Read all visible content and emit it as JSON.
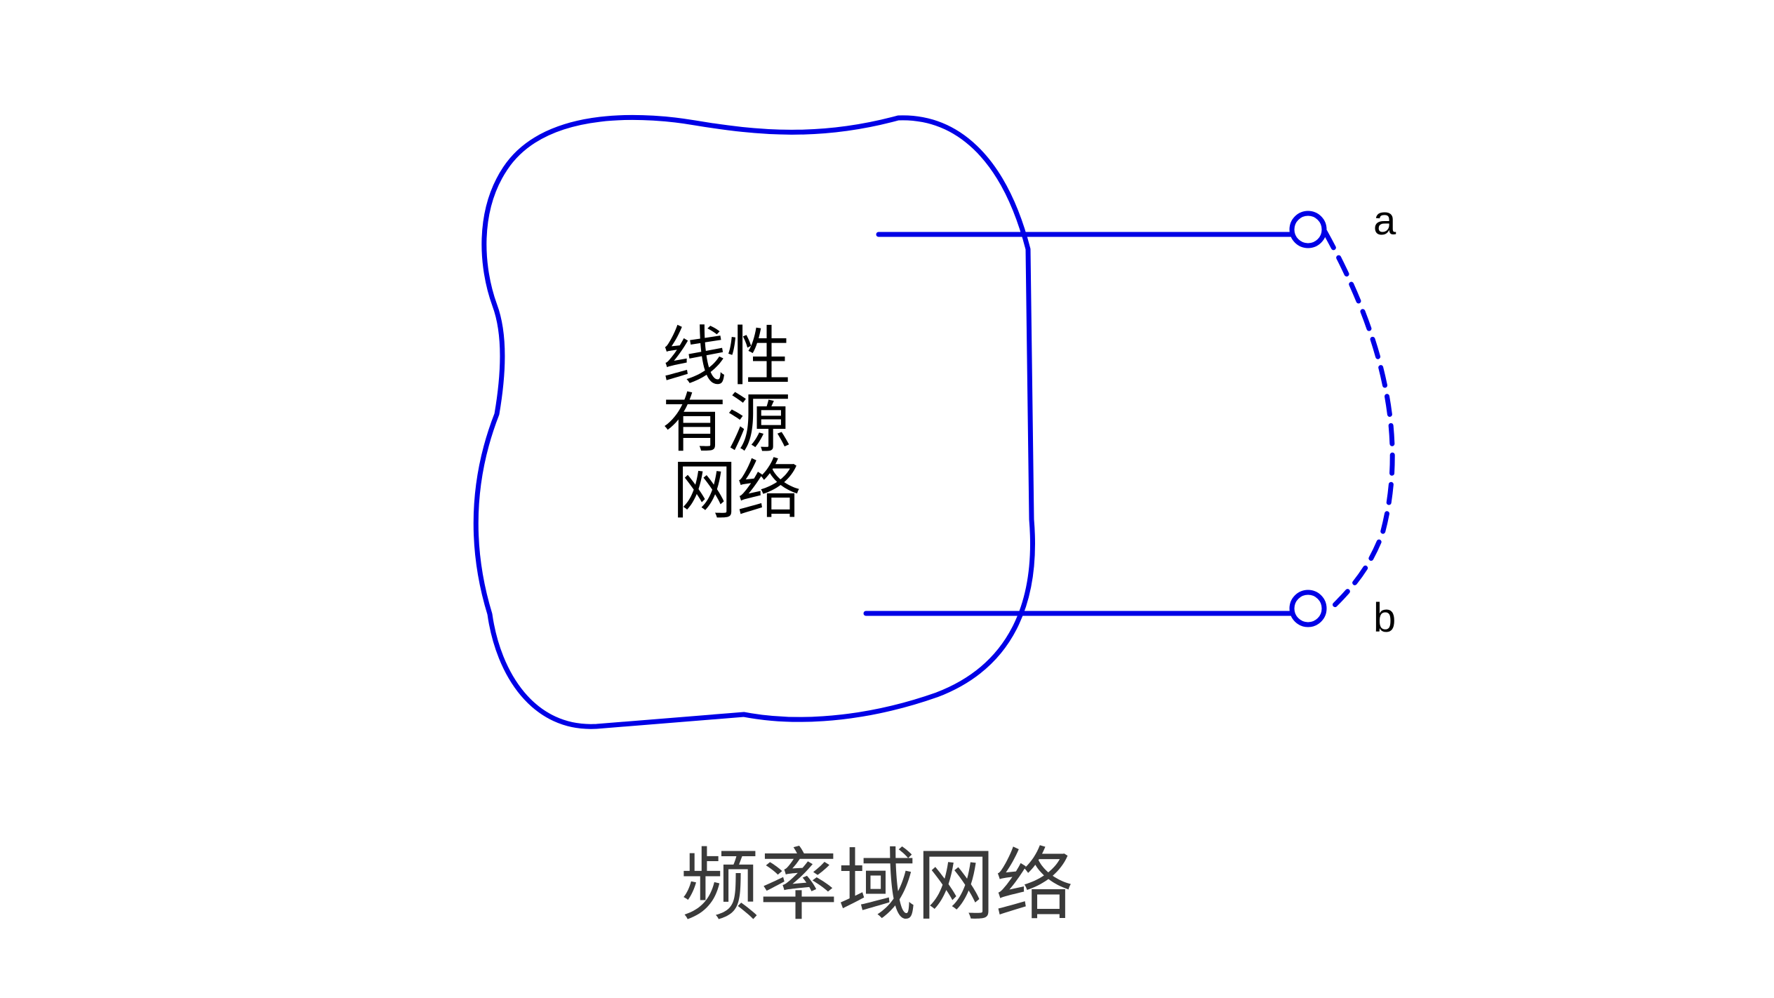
{
  "network": {
    "label_lines": [
      "线性",
      "有源",
      "网络"
    ]
  },
  "terminals": {
    "a": "a",
    "b": "b"
  },
  "caption": "频率域网络",
  "colors": {
    "wire": "#0000e6",
    "text": "#000000",
    "caption": "#3a3a3a"
  }
}
